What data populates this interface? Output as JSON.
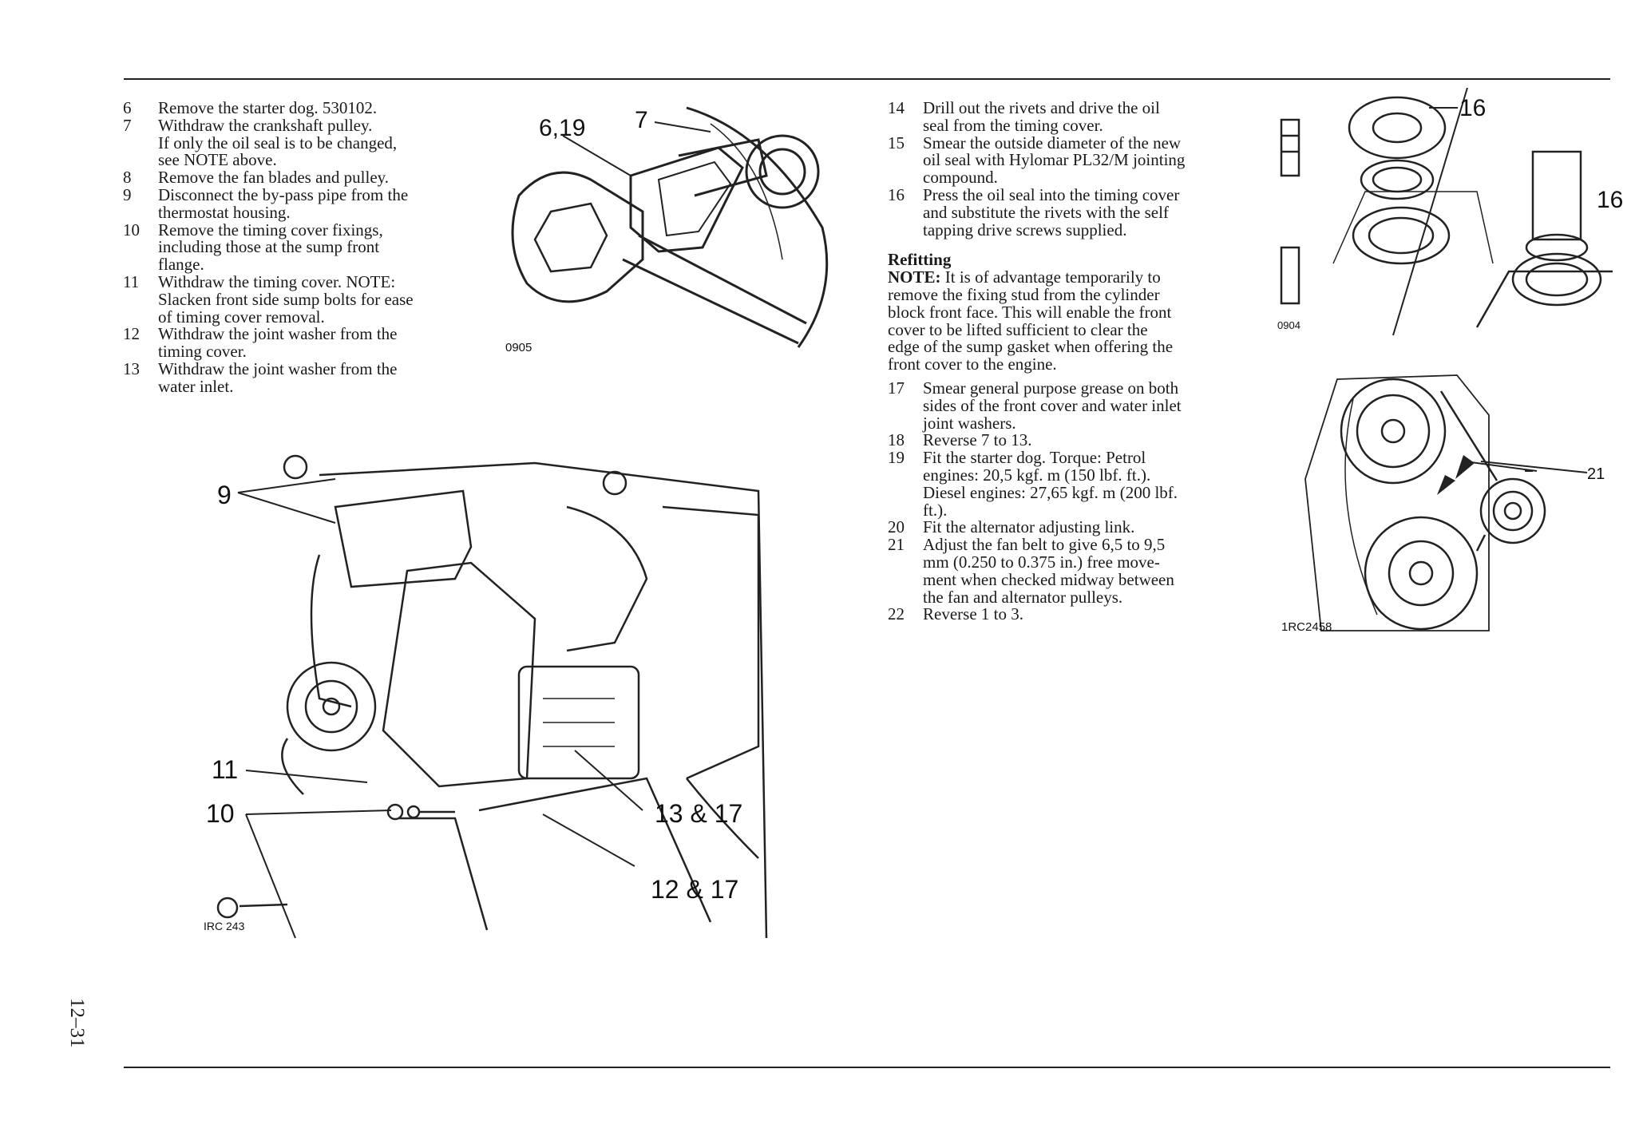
{
  "left_steps": [
    {
      "n": "6",
      "lines": [
        "Remove the starter dog. 530102."
      ]
    },
    {
      "n": "7",
      "lines": [
        "Withdraw the crankshaft pulley.",
        "If only the oil seal is to be changed,",
        "see NOTE above."
      ]
    },
    {
      "n": "8",
      "lines": [
        "Remove the fan blades and pulley."
      ]
    },
    {
      "n": "9",
      "lines": [
        "Disconnect the by-pass pipe from the",
        "thermostat housing."
      ]
    },
    {
      "n": "10",
      "lines": [
        "Remove the timing cover fixings,",
        "including those at the sump front",
        "flange."
      ]
    },
    {
      "n": "11",
      "lines": [
        "Withdraw the timing cover. NOTE:",
        "Slacken front side sump bolts for ease",
        "of timing cover removal."
      ]
    },
    {
      "n": "12",
      "lines": [
        "Withdraw the joint washer from the",
        "timing cover."
      ]
    },
    {
      "n": "13",
      "lines": [
        "Withdraw the joint washer from the",
        "water inlet."
      ]
    }
  ],
  "right_steps_a": [
    {
      "n": "14",
      "lines": [
        "Drill out the rivets and drive the oil",
        "seal from the timing cover."
      ]
    },
    {
      "n": "15",
      "lines": [
        "Smear the outside diameter of the new",
        "oil seal with Hylomar PL32/M jointing",
        "compound."
      ]
    },
    {
      "n": "16",
      "lines": [
        "Press the oil seal into the timing cover",
        "and substitute the rivets with the self",
        "tapping drive screws supplied."
      ]
    }
  ],
  "refitting": {
    "heading": "Refitting",
    "note_label": "NOTE:",
    "note_lines": [
      " It is of advantage temporarily to",
      "remove the fixing stud from the cylinder",
      "block front face. This will enable the front",
      "cover to be lifted sufficient to clear the",
      "edge of the sump gasket when offering the",
      "front cover to the engine."
    ]
  },
  "right_steps_b": [
    {
      "n": "17",
      "lines": [
        "Smear general purpose grease on both",
        "sides of the front cover and water inlet",
        "joint washers."
      ]
    },
    {
      "n": "18",
      "lines": [
        "Reverse 7 to 13."
      ]
    },
    {
      "n": "19",
      "lines": [
        "Fit the starter dog. Torque: Petrol",
        "engines: 20,5 kgf. m (150 lbf. ft.).",
        "Diesel engines: 27,65 kgf. m (200 lbf.",
        "ft.)."
      ]
    },
    {
      "n": "20",
      "lines": [
        "Fit the alternator adjusting link."
      ]
    },
    {
      "n": "21",
      "lines": [
        "Adjust the fan belt to give 6,5 to 9,5",
        "mm (0.250 to 0.375 in.) free move-",
        "ment when checked midway between",
        "the fan and alternator pulleys."
      ]
    },
    {
      "n": "22",
      "lines": [
        "Reverse 1 to 3."
      ]
    }
  ],
  "figures": {
    "fig0905": {
      "code": "0905",
      "labels": [
        "6,19",
        "7"
      ]
    },
    "fig0904": {
      "code": "0904",
      "labels": [
        "16",
        "16"
      ]
    },
    "fig1rc2458": {
      "code": "1RC2458",
      "labels": [
        "21"
      ]
    },
    "fig1rc243": {
      "code": "IRC 243",
      "labels": [
        "9",
        "11",
        "10",
        "13 & 17",
        "12 & 17"
      ]
    }
  },
  "page_number": "12–31"
}
